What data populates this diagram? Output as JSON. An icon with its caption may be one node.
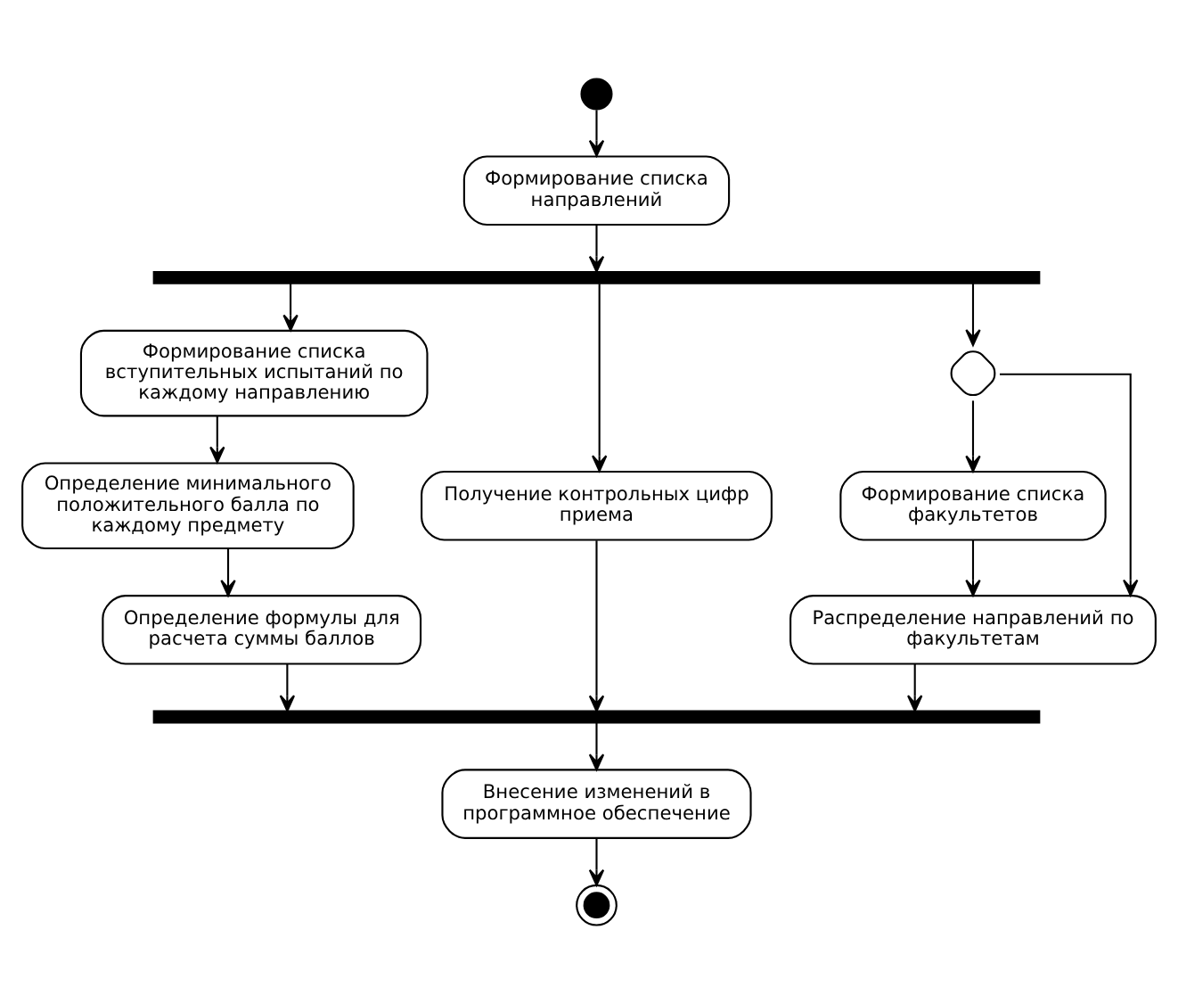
{
  "diagram": {
    "nodes": [
      {
        "text": [],
        "shape": "circle"
      },
      {
        "text": [
          "Формирование списка направлений"
        ]
      },
      {
        "text": [],
        "shape": "bar"
      },
      {
        "text": [
          "Формирование списка вступительных испытаний по каждому направлению"
        ]
      },
      {
        "text": [
          "Получение контрольных цифр приема"
        ]
      },
      {
        "text": [],
        "shape": "diamond"
      },
      {
        "text": [
          "Определение минимального положительного балла по каждому предмету"
        ]
      },
      {
        "text": [
          "Формирование списка факультетов"
        ]
      },
      {
        "text": [
          "Определение формулы для расчета суммы баллов"
        ]
      },
      {
        "text": [
          "Распределение направлений по факультетам"
        ]
      },
      {
        "text": [],
        "shape": "bar"
      },
      {
        "text": [
          "Внесение изменений в программное обеспечение"
        ]
      },
      {
        "text": [],
        "shape": "circle"
      }
    ],
    "edges": [
      {
        "from": 0,
        "to": 1,
        "arrow": "to"
      },
      {
        "from": 1,
        "to": 2,
        "arrow": "to"
      },
      {
        "from": 2,
        "to": 3,
        "arrow": "to"
      },
      {
        "from": 2,
        "to": 4,
        "arrow": "to"
      },
      {
        "from": 2,
        "to": 5,
        "arrow": "to"
      },
      {
        "from": 3,
        "to": 6,
        "arrow": "to"
      },
      {
        "from": 5,
        "to": 7,
        "arrow": "to"
      },
      {
        "from": 5,
        "to": 9,
        "arrow": "to"
      },
      {
        "from": 6,
        "to": 8,
        "arrow": "to"
      },
      {
        "from": 7,
        "to": 9,
        "arrow": "to"
      },
      {
        "from": 8,
        "to": 10,
        "arrow": "to"
      },
      {
        "from": 4,
        "to": 10,
        "arrow": "to"
      },
      {
        "from": 9,
        "to": 10,
        "arrow": "to"
      },
      {
        "from": 10,
        "to": 11,
        "arrow": "to"
      },
      {
        "from": 11,
        "to": 12,
        "arrow": "to"
      }
    ]
  }
}
